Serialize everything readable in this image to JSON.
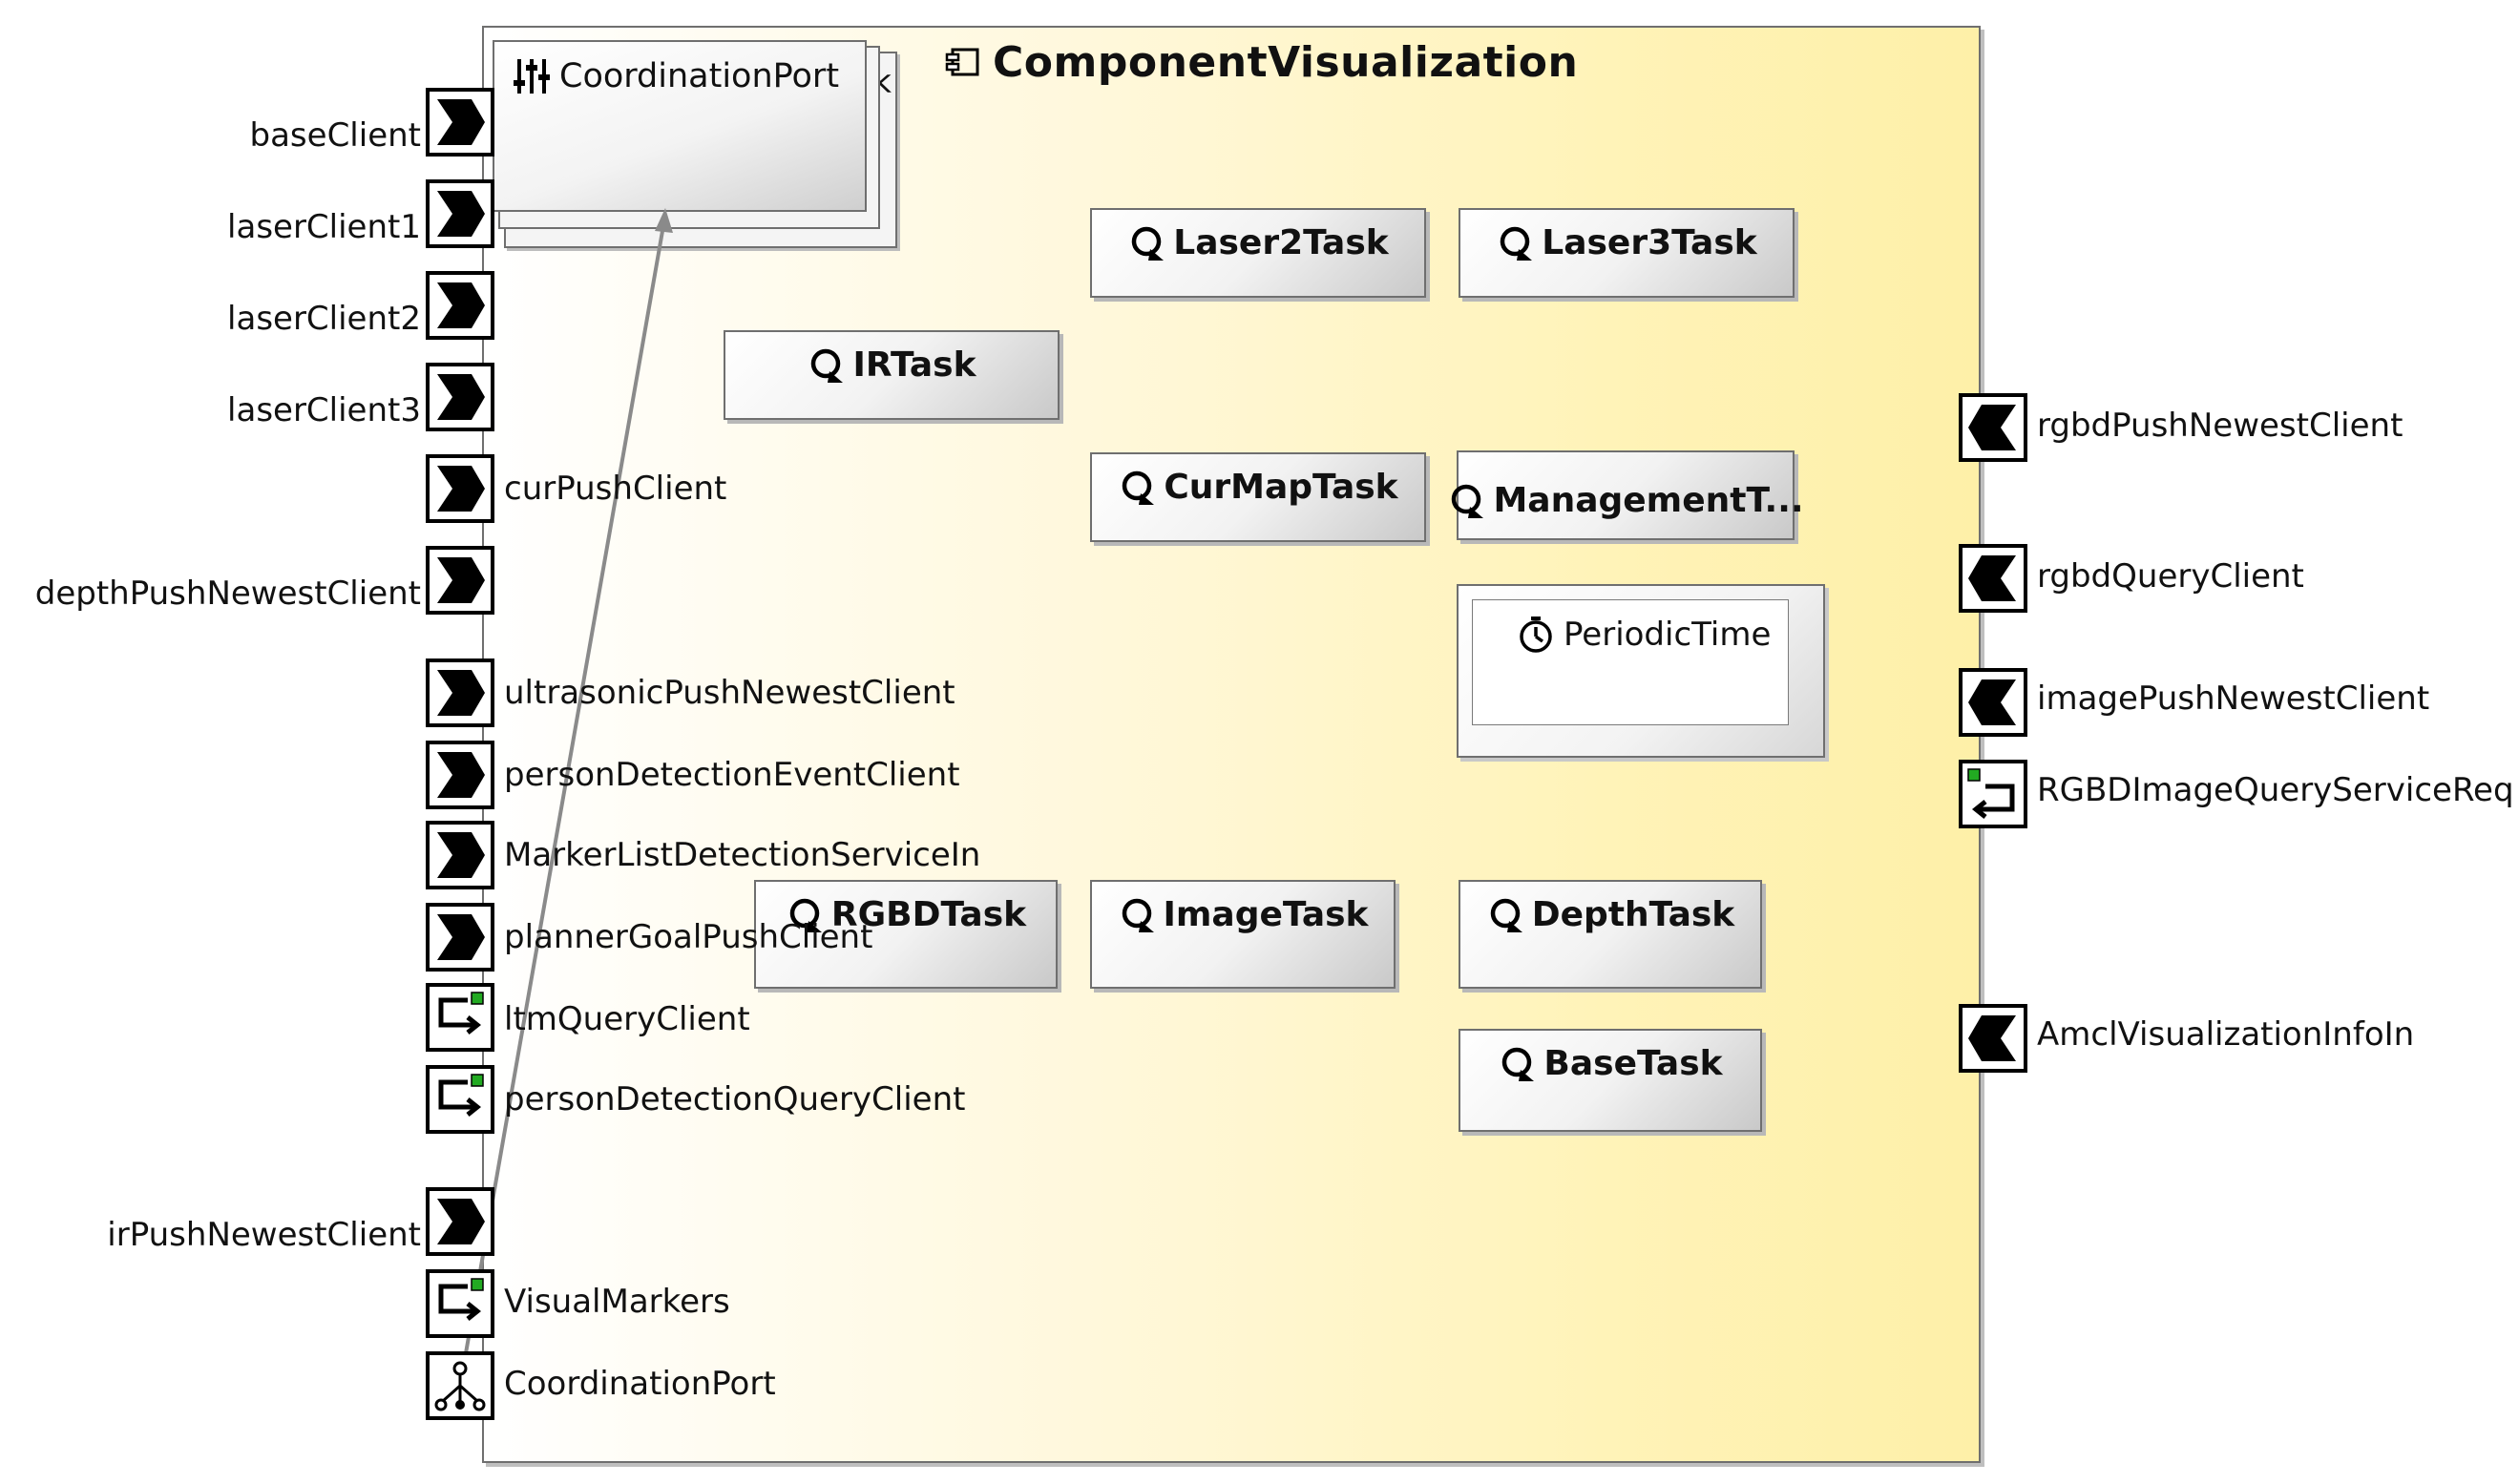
{
  "component": {
    "title": "ComponentVisualization"
  },
  "coordination_box": {
    "label": "CoordinationPort",
    "hidden_char": "k"
  },
  "tasks": [
    {
      "label": "Laser2Task"
    },
    {
      "label": "Laser3Task"
    },
    {
      "label": "IRTask"
    },
    {
      "label": "CurMapTask"
    },
    {
      "label": "ManagementT..."
    },
    {
      "label": "RGBDTask"
    },
    {
      "label": "ImageTask"
    },
    {
      "label": "DepthTask"
    },
    {
      "label": "BaseTask"
    }
  ],
  "periodic_timer": {
    "label": "PeriodicTime"
  },
  "left_ports": [
    {
      "label": "baseClient",
      "kind": "push-in"
    },
    {
      "label": "laserClient1",
      "kind": "push-in"
    },
    {
      "label": "laserClient2",
      "kind": "push-in"
    },
    {
      "label": "laserClient3",
      "kind": "push-in"
    },
    {
      "label": "curPushClient",
      "kind": "push-in"
    },
    {
      "label": "depthPushNewestClient",
      "kind": "push-in"
    },
    {
      "label": "ultrasonicPushNewestClient",
      "kind": "push-in"
    },
    {
      "label": "personDetectionEventClient",
      "kind": "push-in"
    },
    {
      "label": "MarkerListDetectionServiceIn",
      "kind": "push-in"
    },
    {
      "label": "plannerGoalPushClient",
      "kind": "push-in"
    },
    {
      "label": "ltmQueryClient",
      "kind": "query-client"
    },
    {
      "label": "personDetectionQueryClient",
      "kind": "query-client"
    },
    {
      "label": "irPushNewestClient",
      "kind": "push-in"
    },
    {
      "label": "VisualMarkers",
      "kind": "query-client"
    },
    {
      "label": "CoordinationPort",
      "kind": "coordination"
    }
  ],
  "right_ports": [
    {
      "label": "rgbdPushNewestClient",
      "kind": "push-out"
    },
    {
      "label": "rgbdQueryClient",
      "kind": "push-out"
    },
    {
      "label": "imagePushNewestClient",
      "kind": "push-out"
    },
    {
      "label": "RGBDImageQueryServiceReq",
      "kind": "query-server"
    },
    {
      "label": "AmclVisualizationInfoIn",
      "kind": "push-out"
    }
  ],
  "colors": {
    "component_fill": "#fff3b8",
    "port_accent": "#22aa22",
    "connector": "#8a8a8a"
  }
}
